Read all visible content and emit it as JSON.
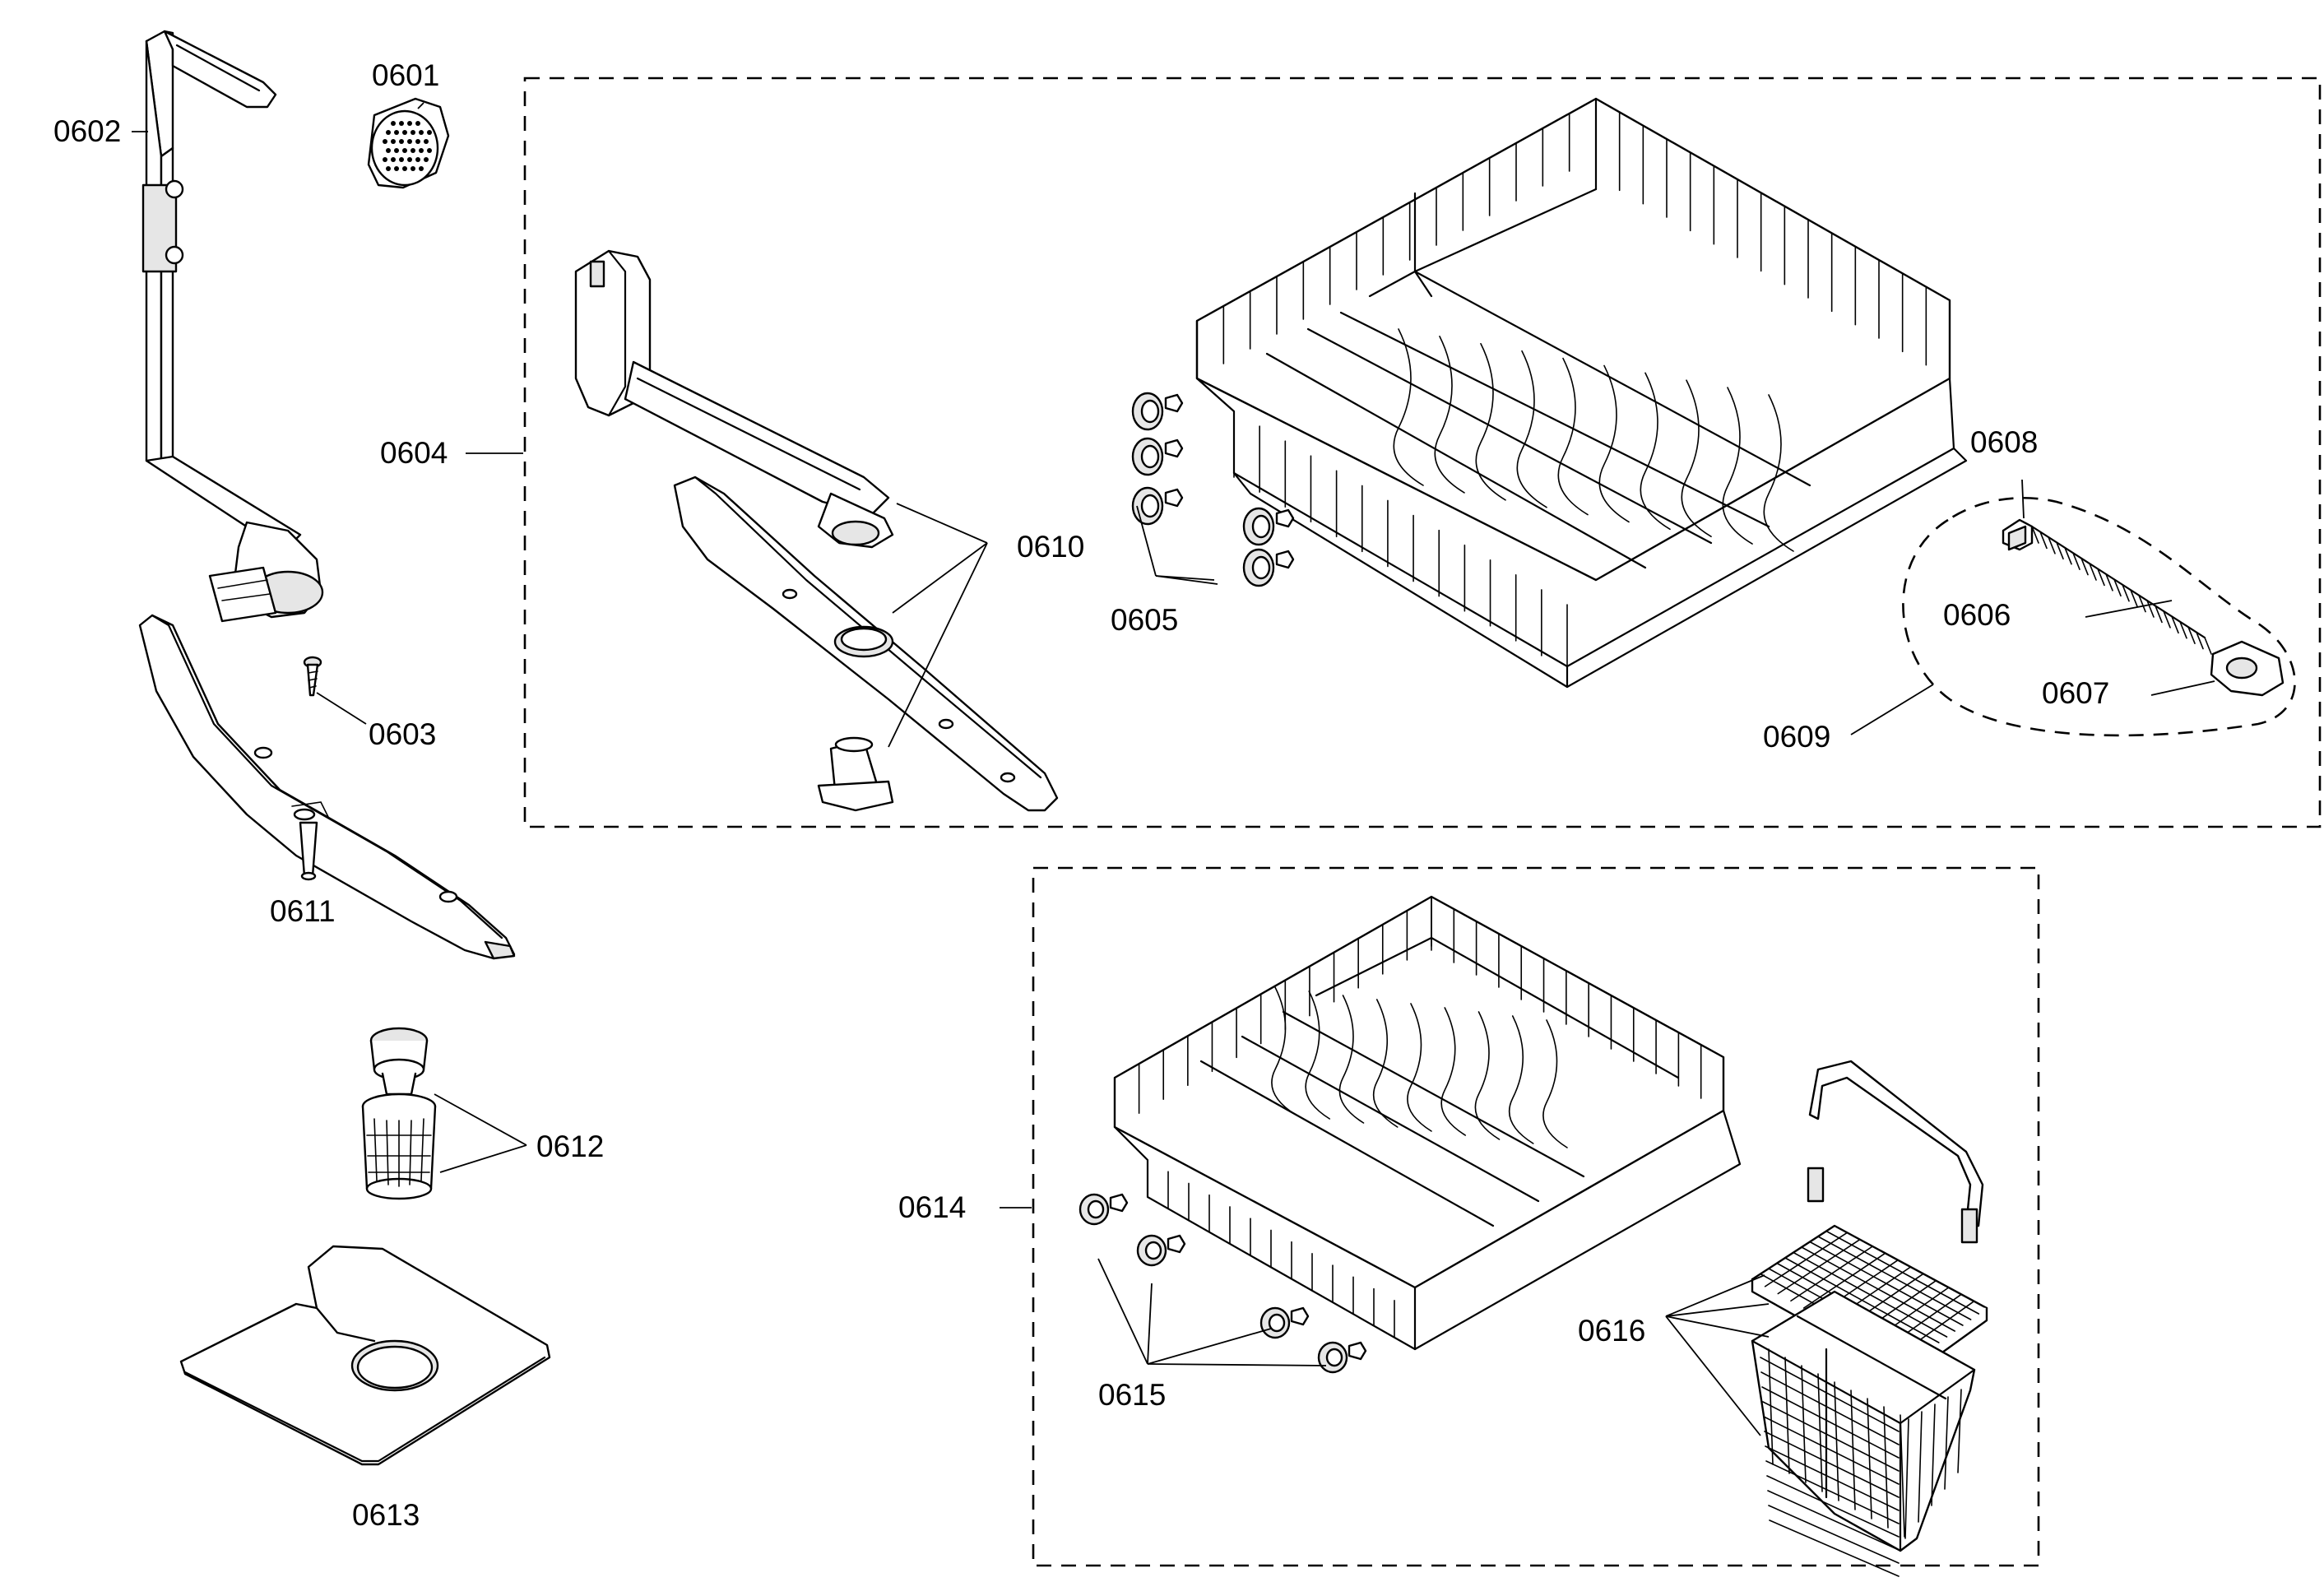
{
  "labels": {
    "p0601": "0601",
    "p0602": "0602",
    "p0603": "0603",
    "p0604": "0604",
    "p0605": "0605",
    "p0606": "0606",
    "p0607": "0607",
    "p0608": "0608",
    "p0609": "0609",
    "p0610": "0610",
    "p0611": "0611",
    "p0612": "0612",
    "p0613": "0613",
    "p0614": "0614",
    "p0615": "0615",
    "p0616": "0616"
  }
}
